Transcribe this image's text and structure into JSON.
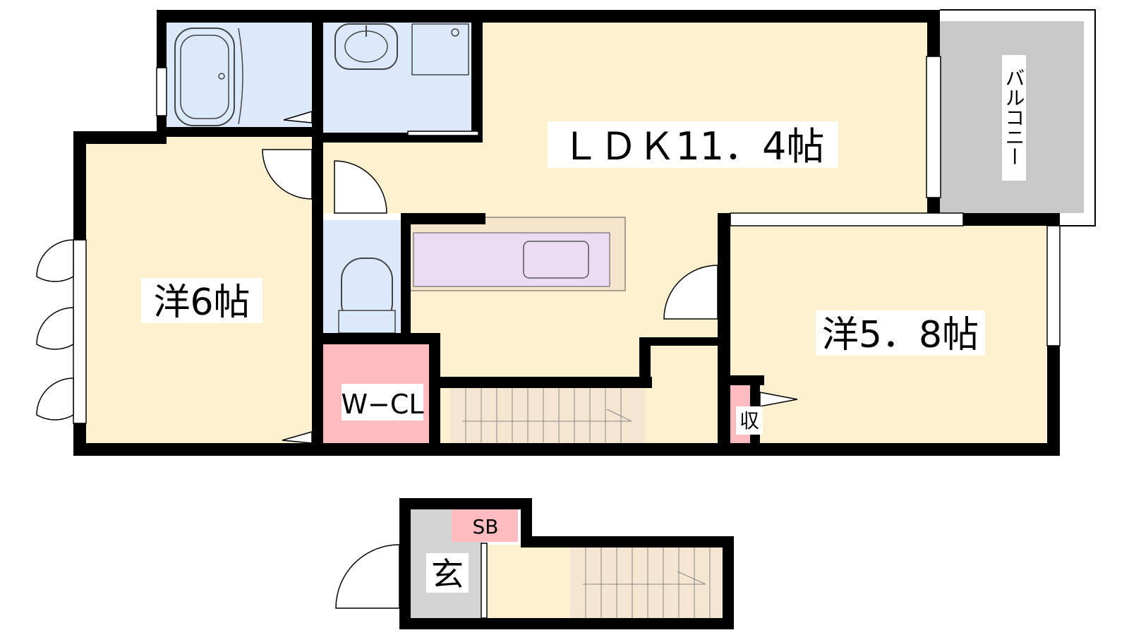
{
  "rooms": {
    "ldk": "ＬＤＫ11．4帖",
    "western1": "洋6帖",
    "western2": "洋5．8帖",
    "walk_in_closet": "W−CL",
    "storage": "収",
    "shoe_box": "SB",
    "entrance": "玄",
    "balcony": "バルコニー"
  },
  "colors": {
    "wall": "#000000",
    "room_floor": "#fdf0ce",
    "wet_area": "#dbe9fb",
    "closet": "#ffbcc0",
    "kitchen_counter": "#ecdcf3",
    "kitchen_base": "#f4e4cc",
    "stairs": "#f5e6d2",
    "balcony": "#c8c8c8",
    "entrance_floor": "#d4d4d4"
  }
}
